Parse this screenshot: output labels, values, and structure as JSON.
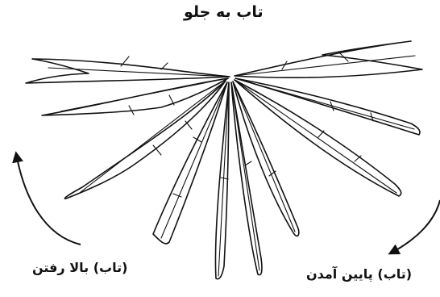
{
  "labels": {
    "forward": "تاب به جلو",
    "going_up": "(تاب) بالا رفتن",
    "coming_down": "(تاب) پایین آمدن"
  },
  "colors": {
    "ink": "#111111",
    "background": "#ffffff"
  }
}
